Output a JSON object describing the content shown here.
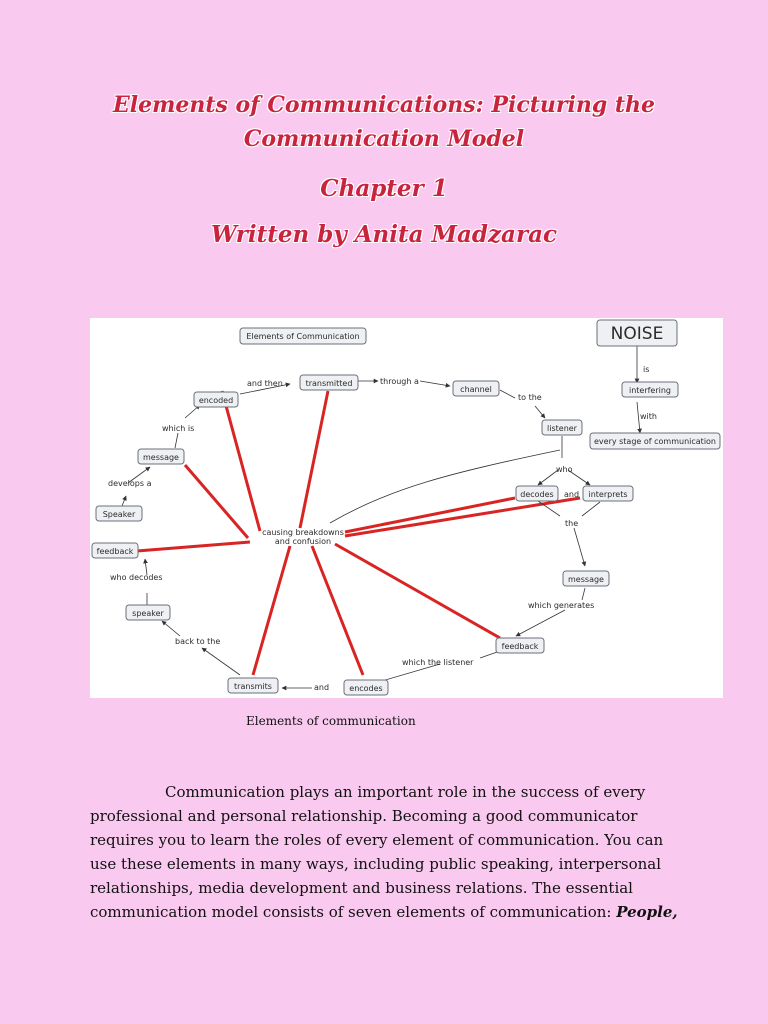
{
  "document": {
    "title_line1": "Elements of Communications: Picturing the",
    "title_line2": "Communication Model",
    "chapter": "Chapter 1",
    "author": "Written by Anita Madzarac",
    "caption": "Elements of communication",
    "body": "Communication plays an important role in the success of every professional and personal relationship. Becoming a good communicator requires you to learn the roles of every element of communication. You can use these elements in many ways, including public speaking, interpersonal relationships, media development and business relations. The essential communication model consists of seven elements of communication: ",
    "body_emphasis": "People,"
  },
  "diagram": {
    "nodes": {
      "heading": "Elements of Communication",
      "noise": "NOISE",
      "interfering": "interfering",
      "every_stage": "every stage of communication",
      "encoded": "encoded",
      "transmitted": "transmitted",
      "channel": "channel",
      "listener": "listener",
      "message_top": "message",
      "speaker_top": "Speaker",
      "decodes": "decodes",
      "interprets": "interprets",
      "feedback_left": "feedback",
      "message_right": "message",
      "speaker_bottom": "speaker",
      "feedback_right": "feedback",
      "transmits": "transmits",
      "encodes": "encodes"
    },
    "links": {
      "is": "is",
      "with": "with",
      "and_then": "and then",
      "through_a": "through a",
      "to_the": "to the",
      "which_is": "which is",
      "develops_a": "develops a",
      "who": "who",
      "and1": "and",
      "the": "the",
      "causing_1": "causing breakdowns",
      "causing_2": "and confusion",
      "who_decodes": "who decodes",
      "which_generates": "which generates",
      "back_to_the": "back to the",
      "which_the_listener": "which the listener",
      "and2": "and"
    }
  }
}
